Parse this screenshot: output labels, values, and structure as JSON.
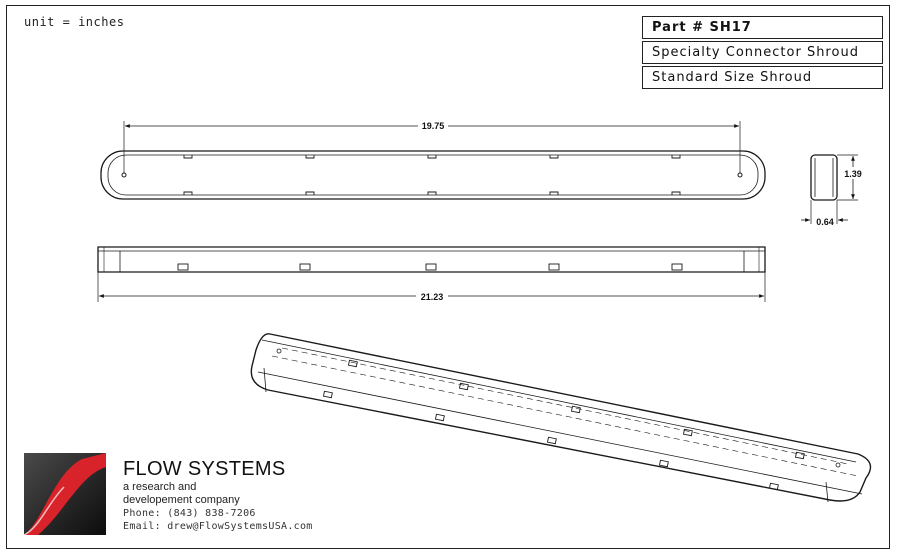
{
  "unit_note": "unit = inches",
  "title_block": {
    "part_number": "Part # SH17",
    "line1": "Specialty Connector Shroud",
    "line2": "Standard Size Shroud"
  },
  "dimensions": {
    "top_length": "19.75",
    "overall_length": "21.23",
    "height": "1.39",
    "width": "0.64"
  },
  "company": {
    "name": "FLOW SYSTEMS",
    "tagline1": "a research and",
    "tagline2": "developement company",
    "phone": "Phone: (843) 838-7206",
    "email": "Email: drew@FlowSystemsUSA.com"
  },
  "colors": {
    "logo_red": "#d8232a",
    "logo_dark": "#1e1e1e",
    "line": "#1a1a1a"
  }
}
